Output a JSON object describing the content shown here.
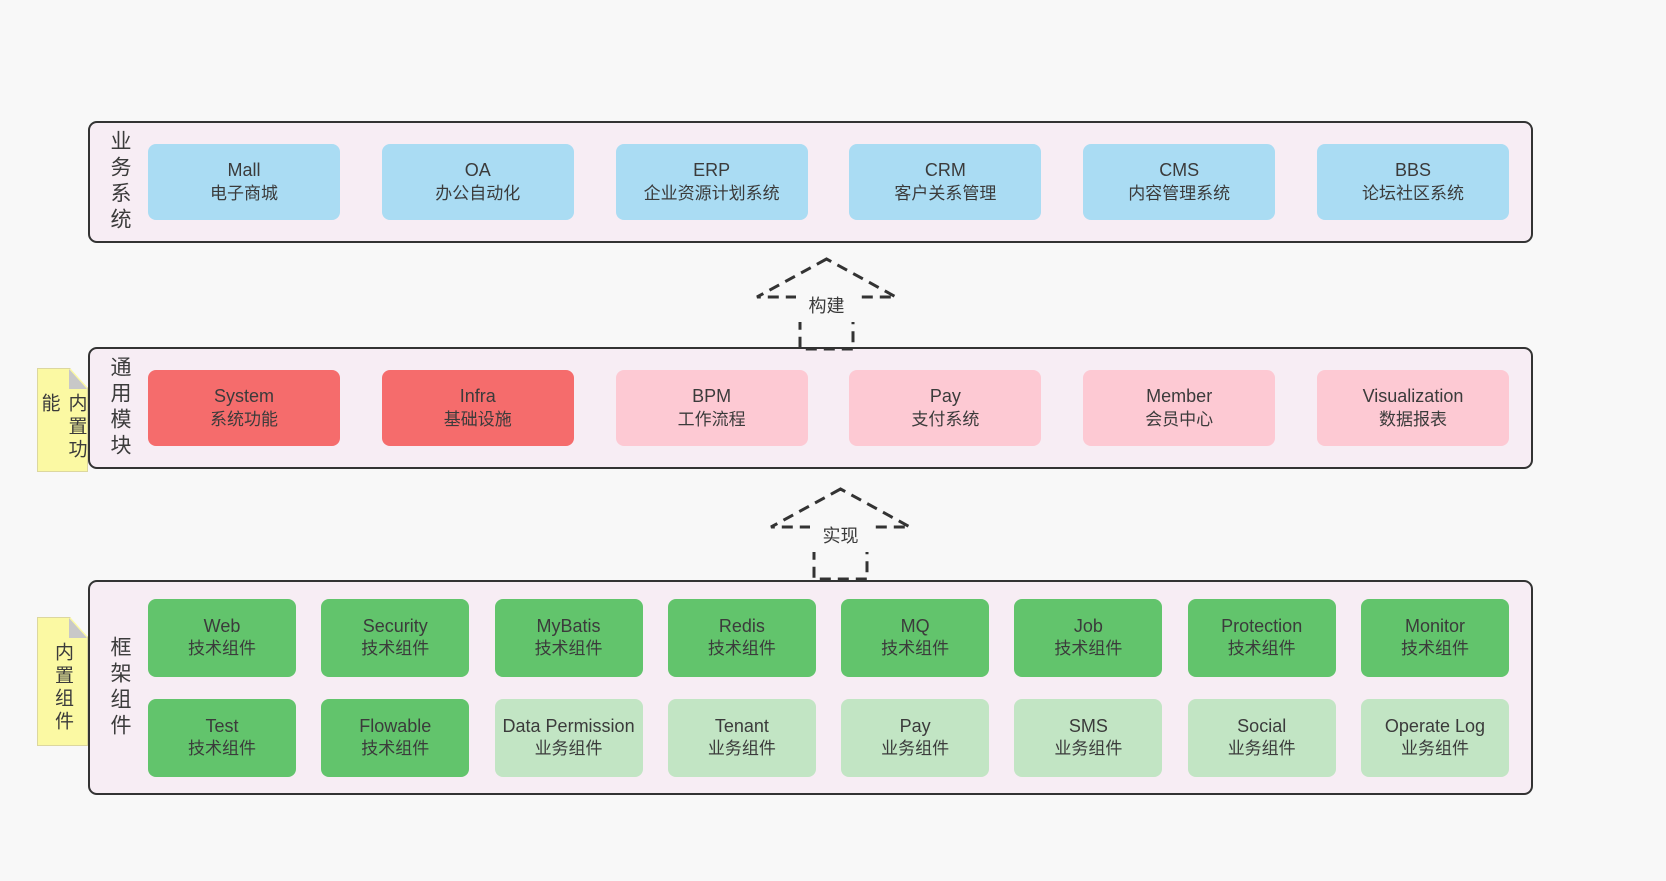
{
  "colors": {
    "page_bg": "#f8f8f8",
    "panel_bg": "#f7edf4",
    "border": "#333333",
    "text": "#3b3b3b",
    "blue": "#aadcf3",
    "red": "#f56c6c",
    "pink": "#fdc9d3",
    "green": "#62c46c",
    "green_light": "#c2e5c4",
    "yellow": "#fbf9a3",
    "fold": "#c8c8c8"
  },
  "arrows": {
    "build": "构建",
    "implement": "实现"
  },
  "layers": {
    "business": {
      "label": "业务系统",
      "boxes": [
        {
          "title": "Mall",
          "subtitle": "电子商城",
          "type": "blue"
        },
        {
          "title": "OA",
          "subtitle": "办公自动化",
          "type": "blue"
        },
        {
          "title": "ERP",
          "subtitle": "企业资源计划系统",
          "type": "blue"
        },
        {
          "title": "CRM",
          "subtitle": "客户关系管理",
          "type": "blue"
        },
        {
          "title": "CMS",
          "subtitle": "内容管理系统",
          "type": "blue"
        },
        {
          "title": "BBS",
          "subtitle": "论坛社区系统",
          "type": "blue"
        }
      ]
    },
    "modules": {
      "label": "通用模块",
      "note": "内置功能",
      "boxes": [
        {
          "title": "System",
          "subtitle": "系统功能",
          "type": "red"
        },
        {
          "title": "Infra",
          "subtitle": "基础设施",
          "type": "red"
        },
        {
          "title": "BPM",
          "subtitle": "工作流程",
          "type": "pink"
        },
        {
          "title": "Pay",
          "subtitle": "支付系统",
          "type": "pink"
        },
        {
          "title": "Member",
          "subtitle": "会员中心",
          "type": "pink"
        },
        {
          "title": "Visualization",
          "subtitle": "数据报表",
          "type": "pink"
        }
      ]
    },
    "framework": {
      "label": "框架组件",
      "note": "内置组件",
      "boxes": [
        {
          "title": "Web",
          "subtitle": "技术组件",
          "type": "green"
        },
        {
          "title": "Security",
          "subtitle": "技术组件",
          "type": "green"
        },
        {
          "title": "MyBatis",
          "subtitle": "技术组件",
          "type": "green"
        },
        {
          "title": "Redis",
          "subtitle": "技术组件",
          "type": "green"
        },
        {
          "title": "MQ",
          "subtitle": "技术组件",
          "type": "green"
        },
        {
          "title": "Job",
          "subtitle": "技术组件",
          "type": "green"
        },
        {
          "title": "Protection",
          "subtitle": "技术组件",
          "type": "green"
        },
        {
          "title": "Monitor",
          "subtitle": "技术组件",
          "type": "green"
        },
        {
          "title": "Test",
          "subtitle": "技术组件",
          "type": "green"
        },
        {
          "title": "Flowable",
          "subtitle": "技术组件",
          "type": "green"
        },
        {
          "title": "Data Permission",
          "subtitle": "业务组件",
          "type": "green-light"
        },
        {
          "title": "Tenant",
          "subtitle": "业务组件",
          "type": "green-light"
        },
        {
          "title": "Pay",
          "subtitle": "业务组件",
          "type": "green-light"
        },
        {
          "title": "SMS",
          "subtitle": "业务组件",
          "type": "green-light"
        },
        {
          "title": "Social",
          "subtitle": "业务组件",
          "type": "green-light"
        },
        {
          "title": "Operate Log",
          "subtitle": "业务组件",
          "type": "green-light"
        }
      ]
    }
  }
}
